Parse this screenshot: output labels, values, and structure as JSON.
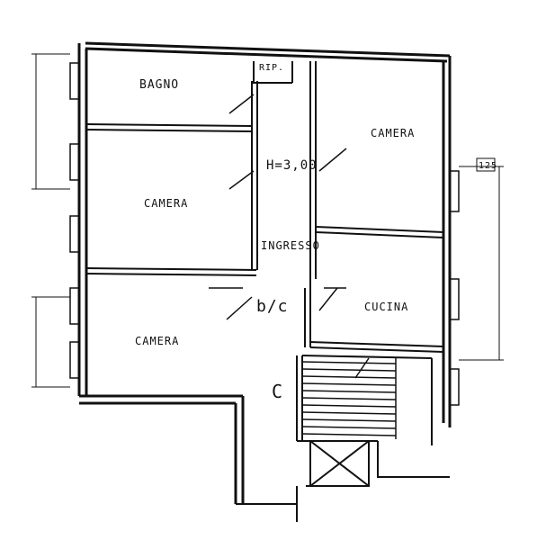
{
  "plan": {
    "rooms": {
      "bagno": "BAGNO",
      "rip": "RIP.",
      "camera_top_right": "CAMERA",
      "height": "H=3,00",
      "camera_left": "CAMERA",
      "ingresso": "INGRESSO",
      "bc": "b/c",
      "cucina": "CUCINA",
      "camera_bottom_left": "CAMERA",
      "corridor": "C"
    },
    "dimension_tag": "125"
  }
}
